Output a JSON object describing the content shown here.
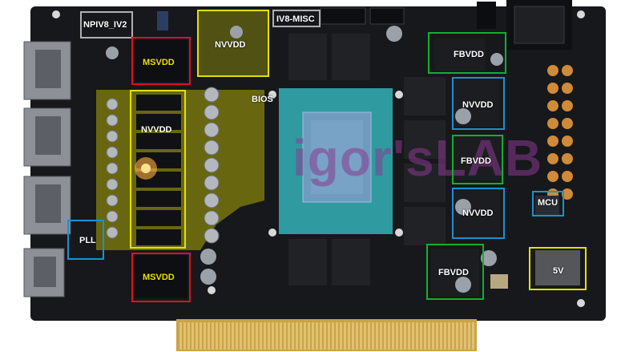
{
  "labels": {
    "npiv8_iv2": "NPIV8_IV2",
    "iv8_misc": "IV8-MISC",
    "msvdd_top": "MSVDD",
    "msvdd_bottom": "MSVDD",
    "nvvdd_top": "NVVDD",
    "nvvdd_main": "NVVDD",
    "nvvdd_right_top": "NVVDD",
    "nvvdd_right_bottom": "NVVDD",
    "bios": "BIOS",
    "fbvdd_top": "FBVDD",
    "fbvdd_mid": "FBVDD",
    "fbvdd_bottom": "FBVDD",
    "pll": "PLL",
    "mcu": "MCU",
    "five_v": "5V"
  },
  "watermark": {
    "text": "igor'sLAB"
  },
  "colors": {
    "pcb": "#16181c",
    "gold": "#c8a44a",
    "die": "#6f9bbf",
    "substrate": "#2f9aa0",
    "highlight_yellow": "#e6e000",
    "zone_red": "#e01020",
    "zone_green": "#10b030",
    "zone_blue": "#1e90d0",
    "zone_gray": "#b0b0b0",
    "watermark_magenta": "#8a3a90"
  }
}
